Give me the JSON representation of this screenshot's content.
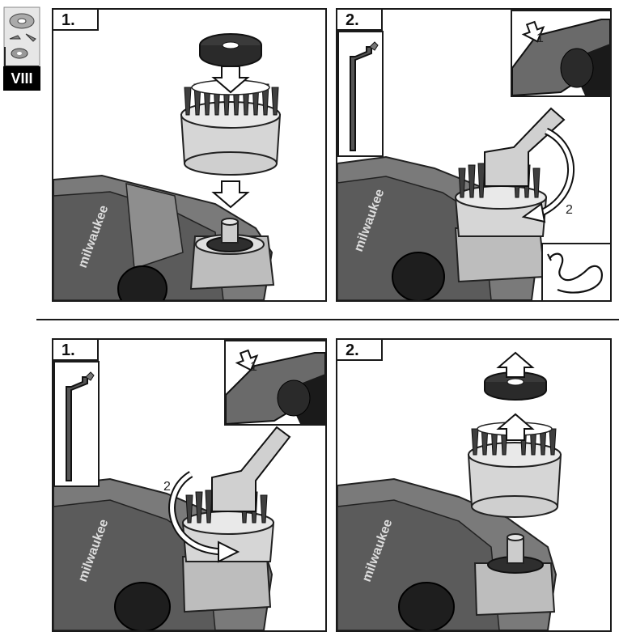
{
  "section": {
    "label": "VIII"
  },
  "panels": [
    {
      "step": "1."
    },
    {
      "step": "2.",
      "rotation_label": "2",
      "inset_label": "1"
    },
    {
      "step": "1.",
      "rotation_label": "2",
      "inset_label": "1"
    },
    {
      "step": "2."
    }
  ],
  "colors": {
    "tool_dark": "#3a3a3a",
    "tool_mid": "#6e6e6e",
    "tool_light": "#bdbdbd",
    "brush_cup": "#d8d8d8",
    "bristles": "#4a4a4a",
    "outline": "#1a1a1a"
  }
}
